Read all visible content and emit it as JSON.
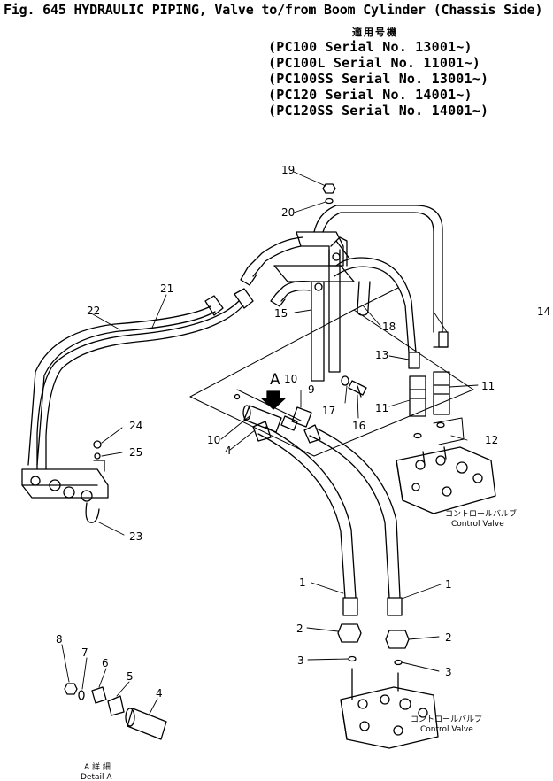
{
  "title": "Fig. 645  HYDRAULIC PIPING, Valve to∕from Boom Cylinder (Chassis Side)",
  "applicability_header": "適用号機",
  "serials": [
    "(PC100    Serial  No.  13001~)",
    "(PC100L   Serial  No.  11001~)",
    "(PC100SS  Serial  No.  13001~)",
    "(PC120    Serial  No.  14001~)",
    "(PC120SS  Serial  No.  14001~)"
  ],
  "callouts": {
    "p1a": "1",
    "p1b": "1",
    "p2a": "2",
    "p2b": "2",
    "p3a": "3",
    "p3b": "3",
    "p4": "4",
    "p4d": "4",
    "p5": "5",
    "p6": "6",
    "p7": "7",
    "p8": "8",
    "p9": "9",
    "p10": "10",
    "p10b": "10",
    "p11a": "11",
    "p11b": "11",
    "p12": "12",
    "p13": "13",
    "p14": "14",
    "p15": "15",
    "p16": "16",
    "p17": "17",
    "p18": "18",
    "p19": "19",
    "p20": "20",
    "p21": "21",
    "p22": "22",
    "p23": "23",
    "p24": "24",
    "p25": "25"
  },
  "detail_marker": "A",
  "control_valve_jp": "コントロールバルブ",
  "control_valve_en": "Control Valve",
  "detail_jp": "A  詳 細",
  "detail_en": "Detail A"
}
